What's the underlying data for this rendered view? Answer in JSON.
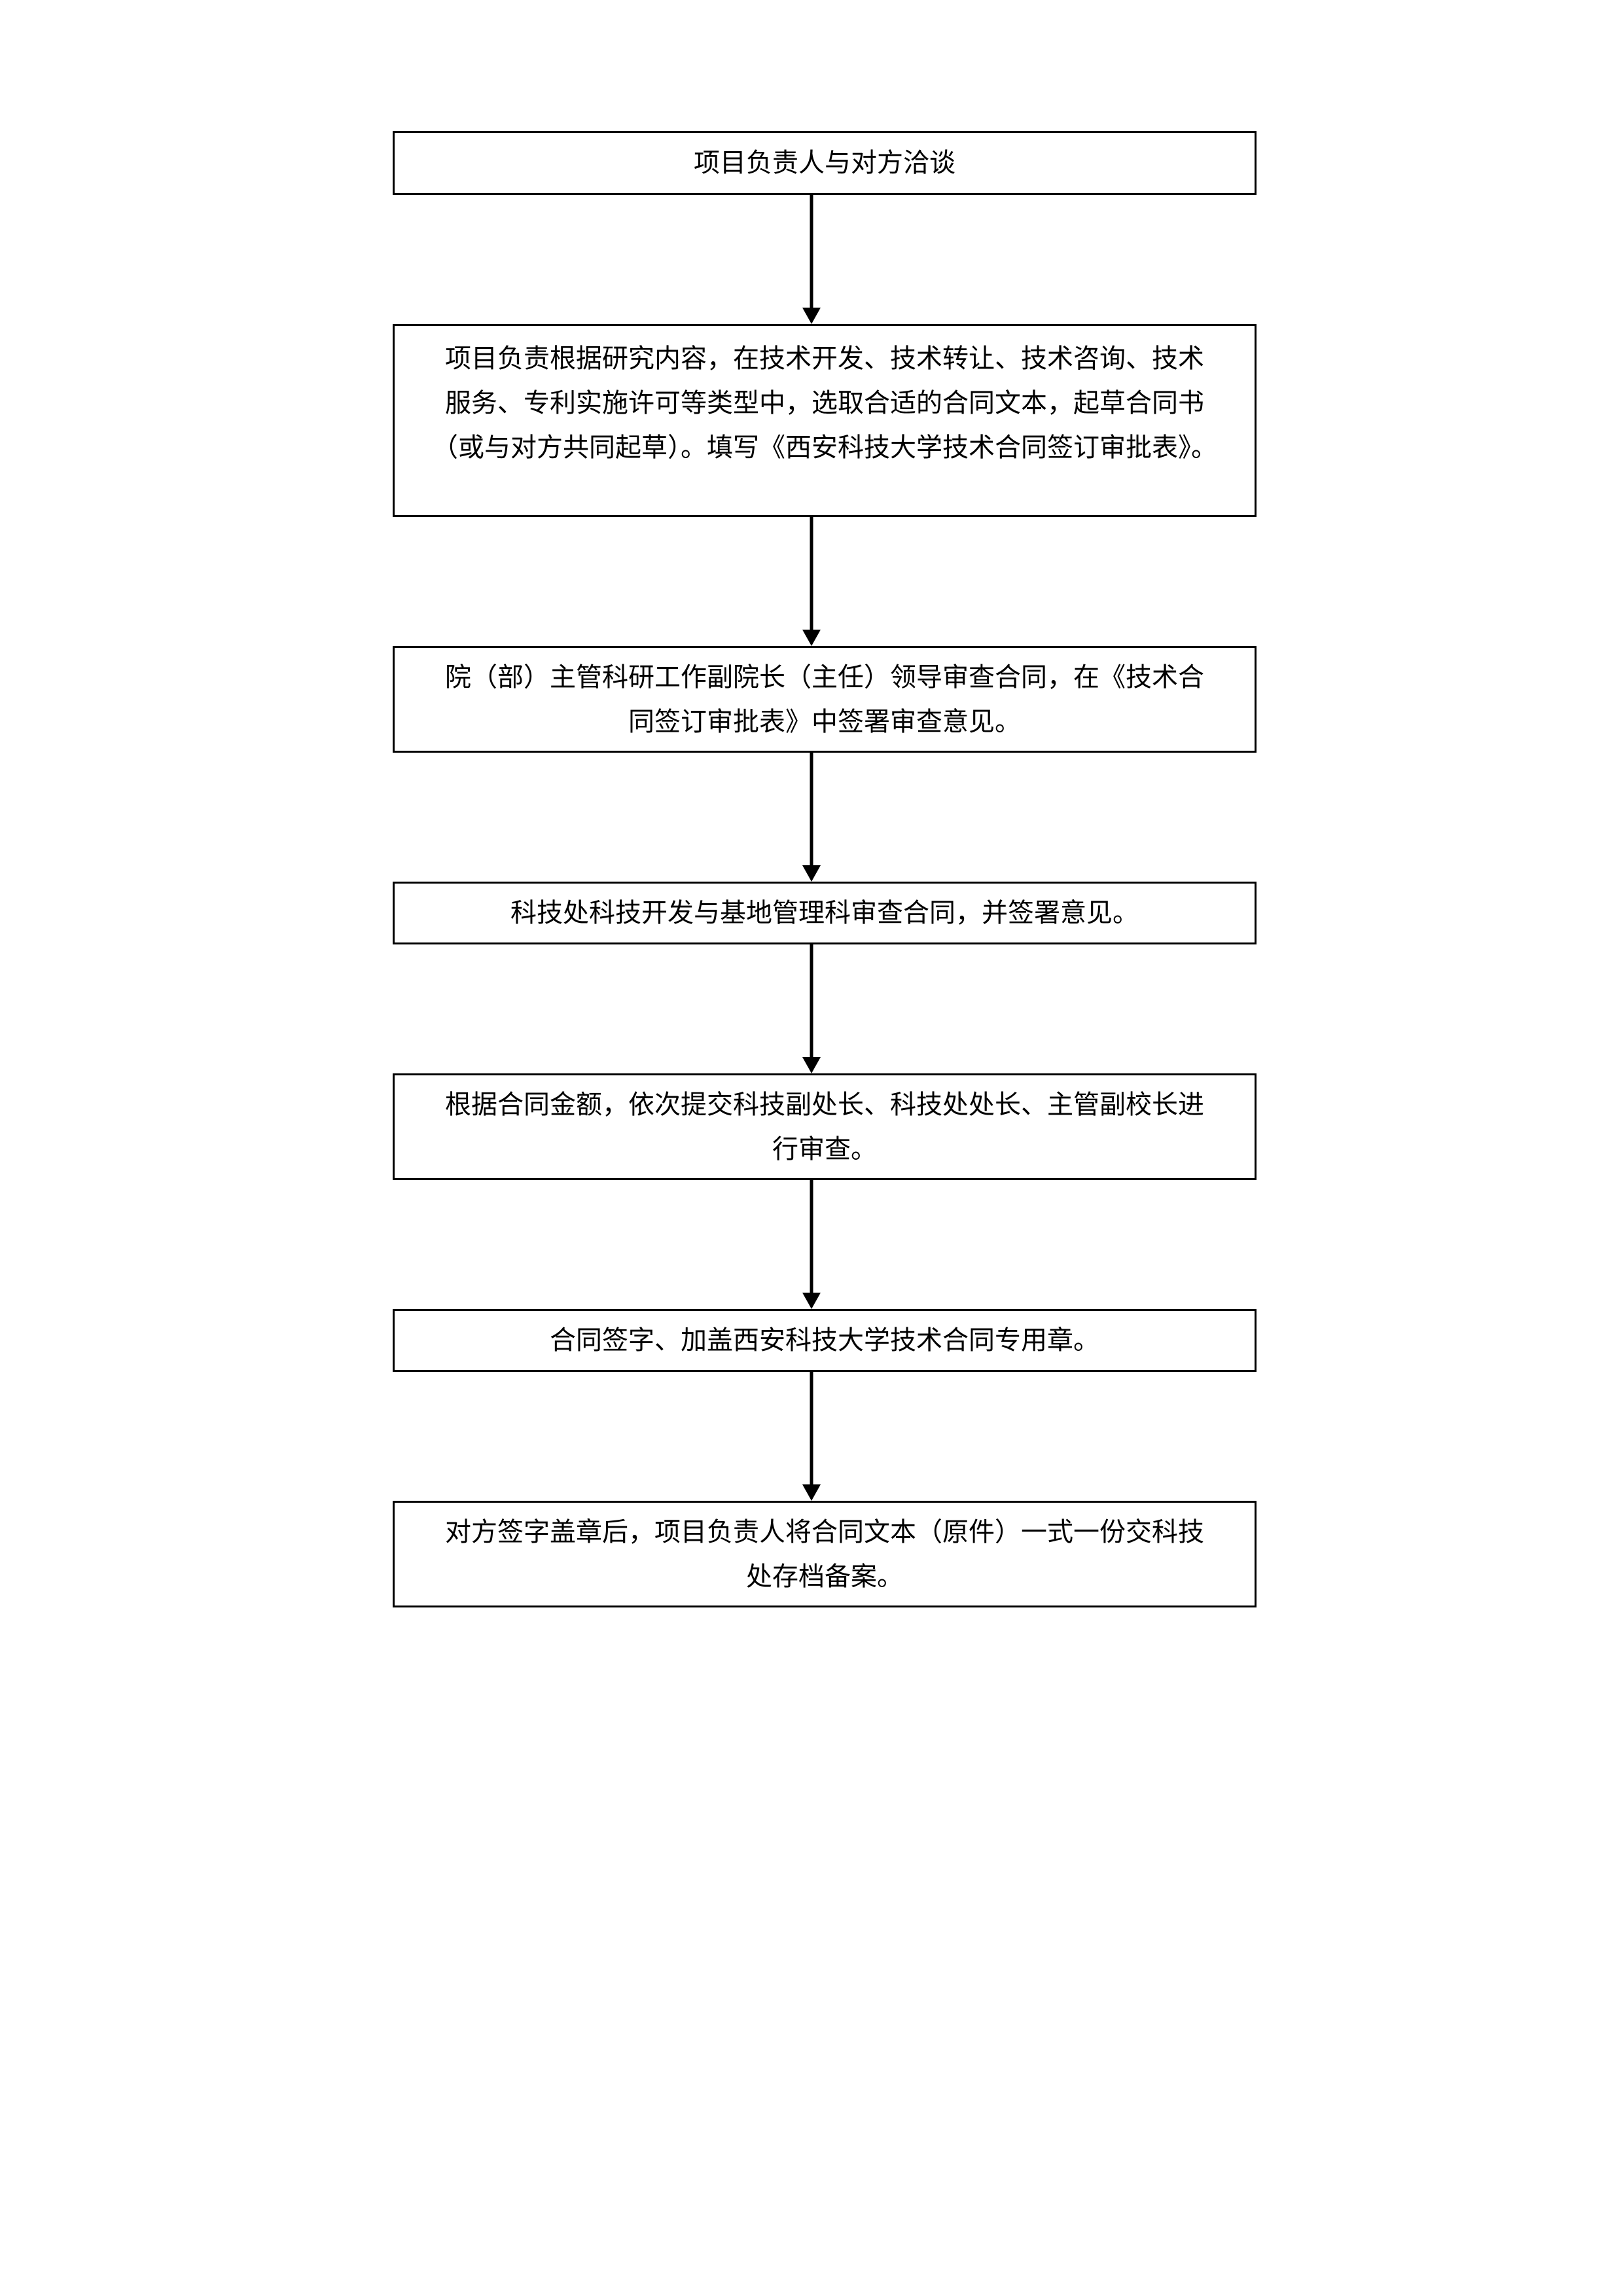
{
  "flowchart": {
    "steps": [
      {
        "text": "项目负责人与对方洽谈"
      },
      {
        "text": "项目负责根据研究内容，在技术开发、技术转让、技术咨询、技术\n服务、专利实施许可等类型中，选取合适的合同文本，起草合同书\n（或与对方共同起草）。填写《西安科技大学技术合同签订审批表》。"
      },
      {
        "text": "院（部）主管科研工作副院长（主任）领导审查合同，在《技术合\n同签订审批表》中签署审查意见。"
      },
      {
        "text": "科技处科技开发与基地管理科审查合同，并签署意见。"
      },
      {
        "text": "根据合同金额，依次提交科技副处长、科技处处长、主管副校长进\n行审查。"
      },
      {
        "text": "合同签字、加盖西安科技大学技术合同专用章。"
      },
      {
        "text": "对方签字盖章后，项目负责人将合同文本（原件）一式一份交科技\n处存档备案。"
      }
    ]
  }
}
